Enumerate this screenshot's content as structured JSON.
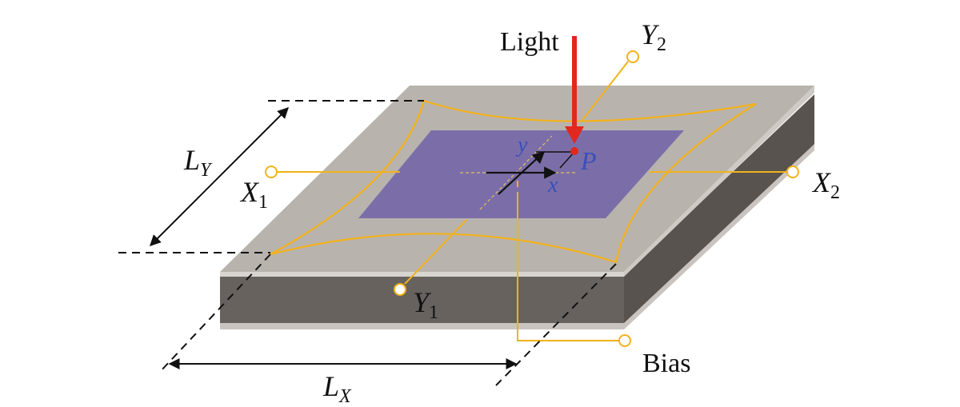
{
  "labels": {
    "light": "Light",
    "bias": "Bias",
    "point": "P",
    "axis_x": "x",
    "axis_y": "y",
    "x1": {
      "main": "X",
      "sub": "1"
    },
    "x2": {
      "main": "X",
      "sub": "2"
    },
    "y1": {
      "main": "Y",
      "sub": "1"
    },
    "y2": {
      "main": "Y",
      "sub": "2"
    },
    "lx": {
      "main": "L",
      "sub": "X"
    },
    "ly": {
      "main": "L",
      "sub": "Y"
    }
  },
  "colors": {
    "slab_top": "#b9b3ae",
    "slab_front": "#6a6461",
    "slab_side": "#5a5553",
    "active_area": "#7b6ea8",
    "electrode": "#f2b21b",
    "light_arrow": "#e0281f",
    "dimension": "#111111"
  }
}
